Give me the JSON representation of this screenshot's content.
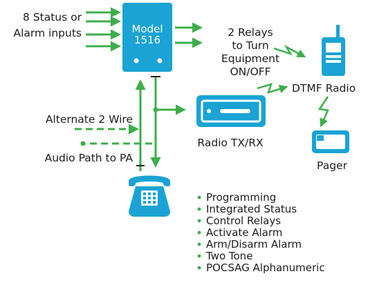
{
  "labels": {
    "inputs_line1": "8 Status or",
    "inputs_line2": "Alarm inputs",
    "model_line1": "Model",
    "model_line2": "1516",
    "relays_line1": "2 Relays",
    "relays_line2": "to Turn",
    "relays_line3": "Equipment",
    "relays_line4": "ON/OFF",
    "dtmf_radio": "DTMF Radio",
    "radio_txrx": "Radio TX/RX",
    "pager": "Pager",
    "alternate_2_wire": "Alternate 2 Wire",
    "audio_path": "Audio Path to PA"
  },
  "features": [
    "Programming",
    "Integrated Status",
    "Control Relays",
    "Activate Alarm",
    "Arm/Disarm Alarm",
    "Two Tone",
    "POCSAG Alphanumeric"
  ],
  "colors": {
    "device_blue": "#1aa3d4",
    "arrow_green": "#3dae49",
    "text": "#1c1c1c"
  }
}
